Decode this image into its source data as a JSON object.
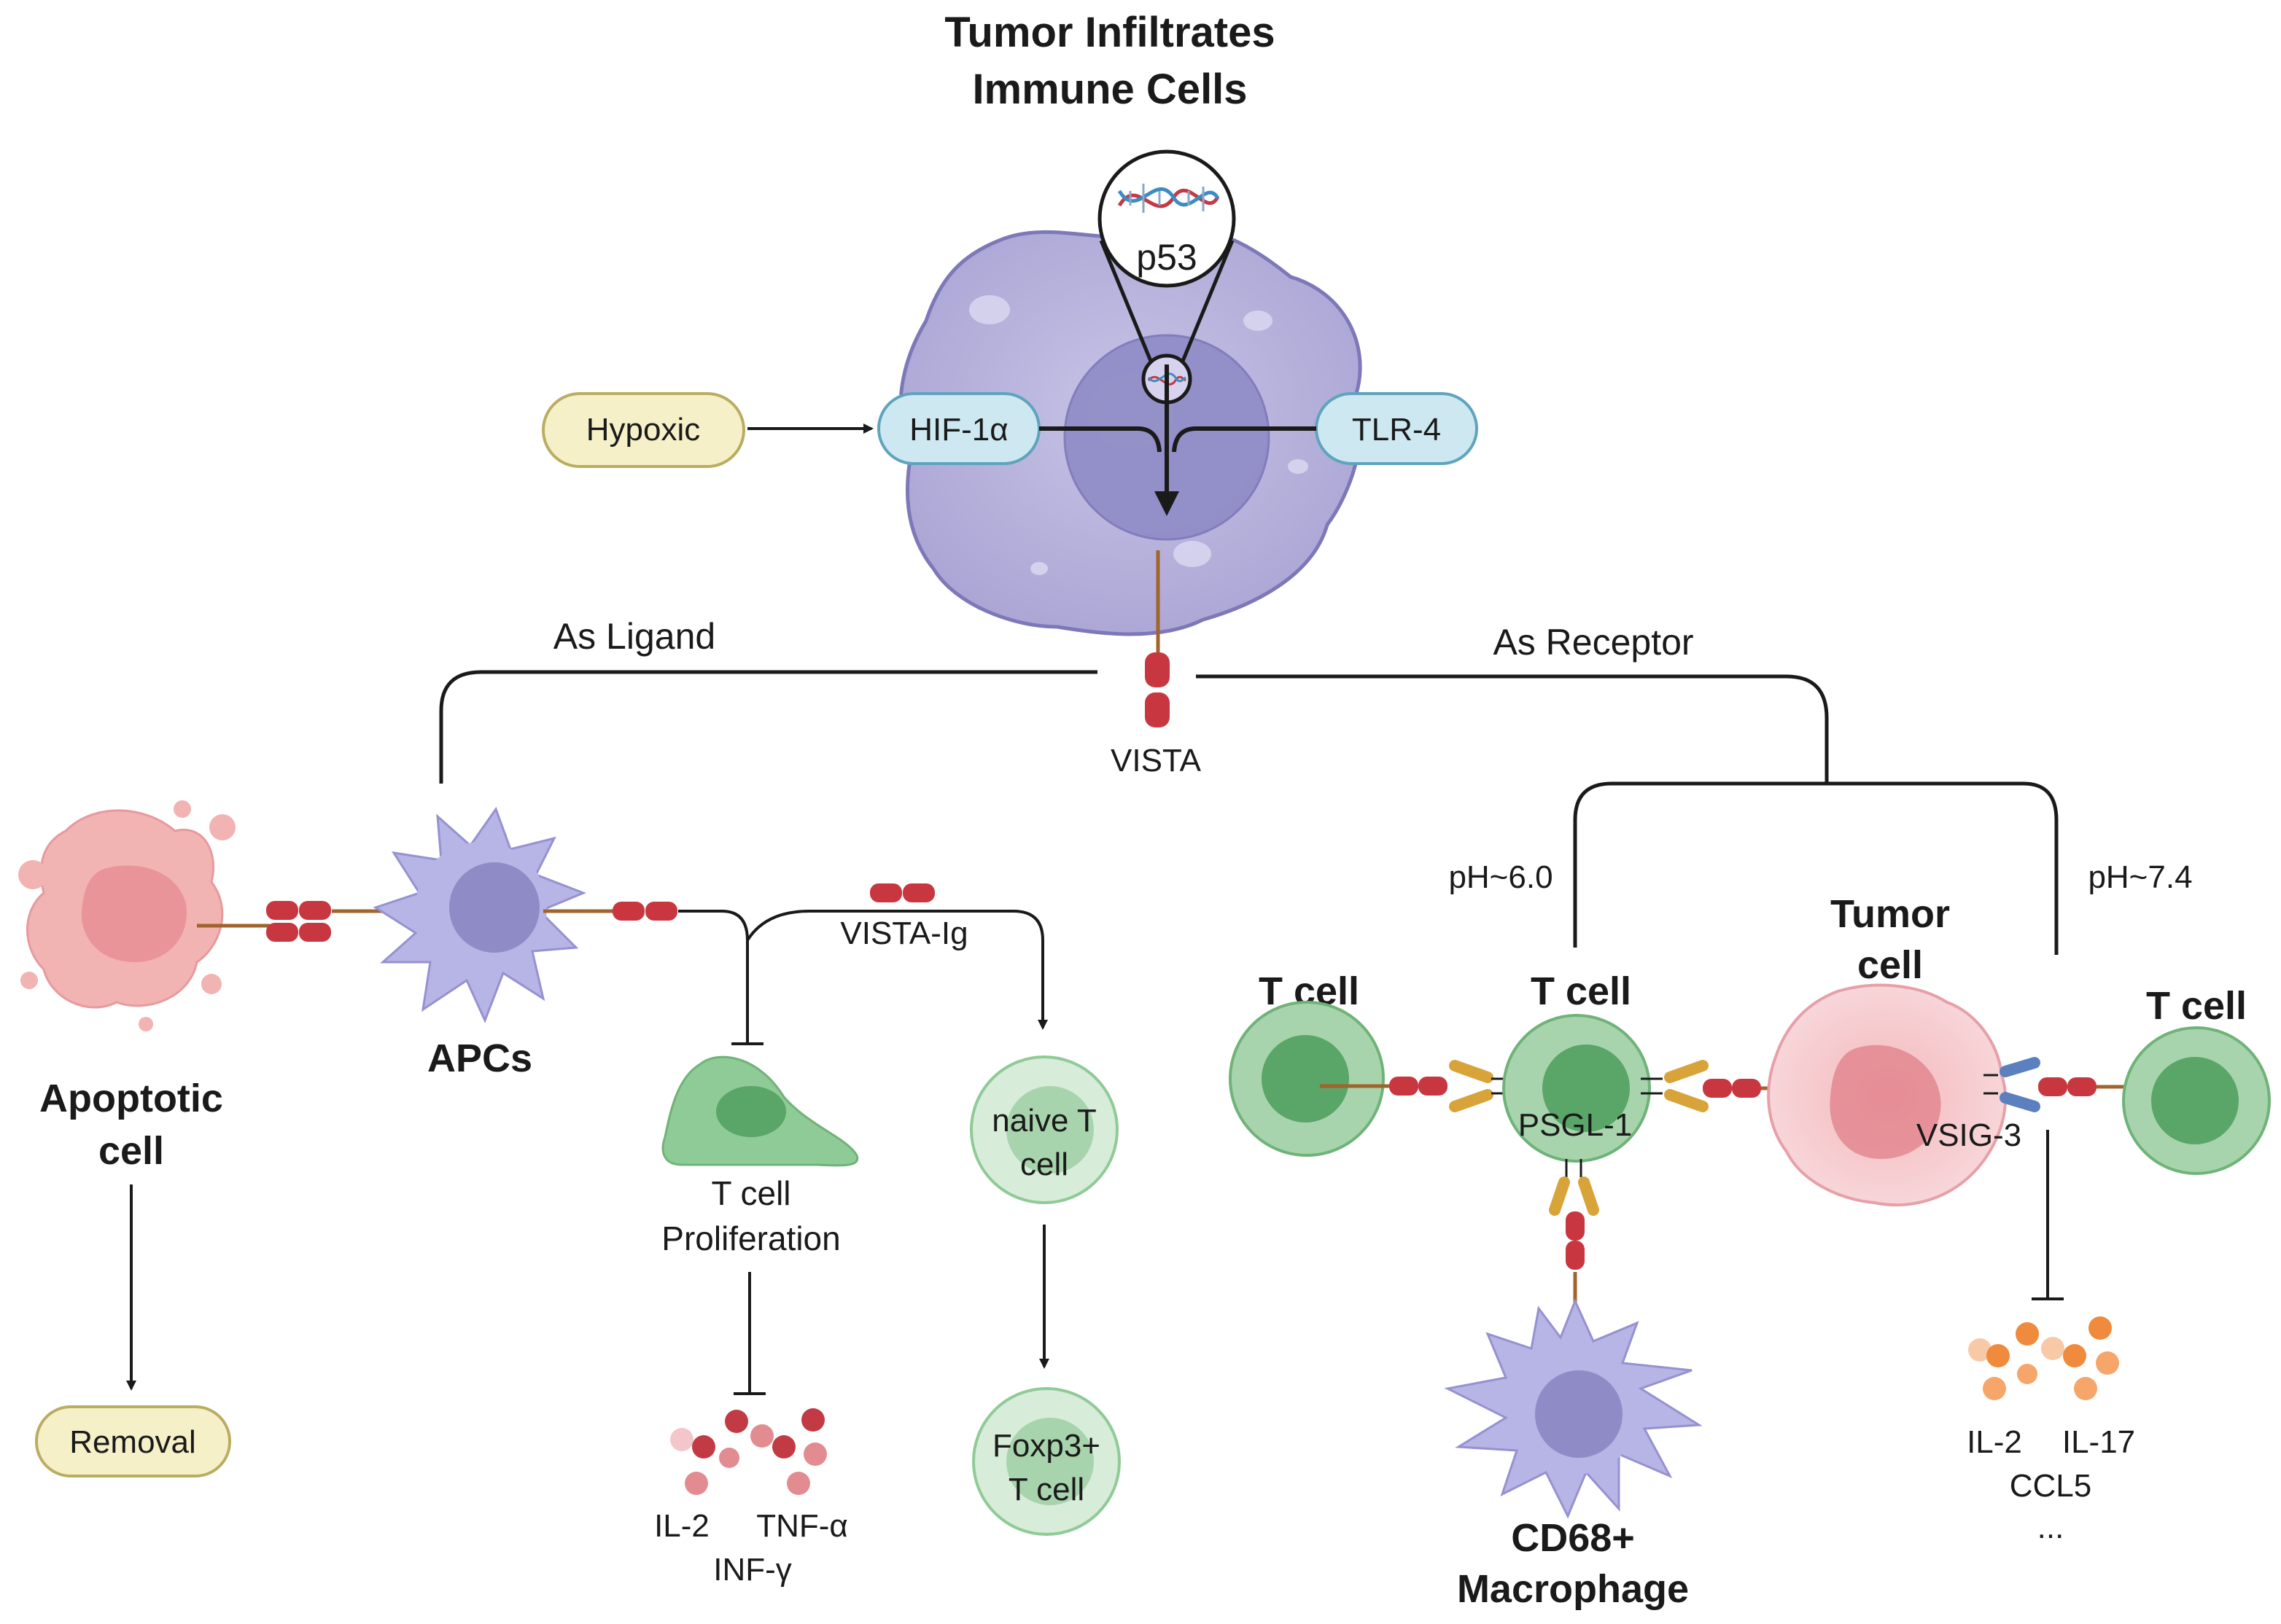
{
  "title": {
    "line1": "Tumor Infiltrates",
    "line2": "Immune Cells"
  },
  "top": {
    "gene": "p53",
    "hypoxic": "Hypoxic",
    "hif": "HIF-1α",
    "tlr": "TLR-4",
    "vista": "VISTA"
  },
  "branches": {
    "ligand": "As Ligand",
    "receptor": "As Receptor"
  },
  "left": {
    "apoptotic_line1": "Apoptotic",
    "apoptotic_line2": "cell",
    "removal": "Removal",
    "apcs": "APCs",
    "vista_ig": "VISTA-Ig",
    "tcell_prolif_line1": "T cell",
    "tcell_prolif_line2": "Proliferation",
    "naive_line1": "naive T",
    "naive_line2": "cell",
    "foxp3_line1": "Foxp3+",
    "foxp3_line2": "T cell",
    "cytokines_line1a": "IL-2",
    "cytokines_line1b": "TNF-α",
    "cytokines_line2": "INF-γ"
  },
  "right": {
    "ph_low": "pH~6.0",
    "ph_high": "pH~7.4",
    "tcell_left": "T cell",
    "tcell_center": "T cell",
    "tcell_right": "T cell",
    "psgl": "PSGL-1",
    "tumor_line1": "Tumor",
    "tumor_line2": "cell",
    "vsig": "VSIG-3",
    "macrophage_line1": "CD68+",
    "macrophage_line2": "Macrophage",
    "cytokines_line1a": "IL-2",
    "cytokines_line1b": "IL-17",
    "cytokines_line2": "CCL5",
    "cytokines_line3": "..."
  },
  "colors": {
    "tumor_cell": "#b8b3dc",
    "nucleus": "#8f8bc6",
    "receptor_box": "#cde8f0",
    "stimulus_box": "#f6f0c8",
    "vista_red": "#c8373f",
    "tcell_green": "#8fcb96",
    "apoptotic_pink": "#f2b3b3",
    "psgl_gold": "#d8a43a",
    "vsig_blue": "#5b7fbf",
    "cytokine_orange": "#f08a3c",
    "cytokine_red": "#c23a44"
  }
}
